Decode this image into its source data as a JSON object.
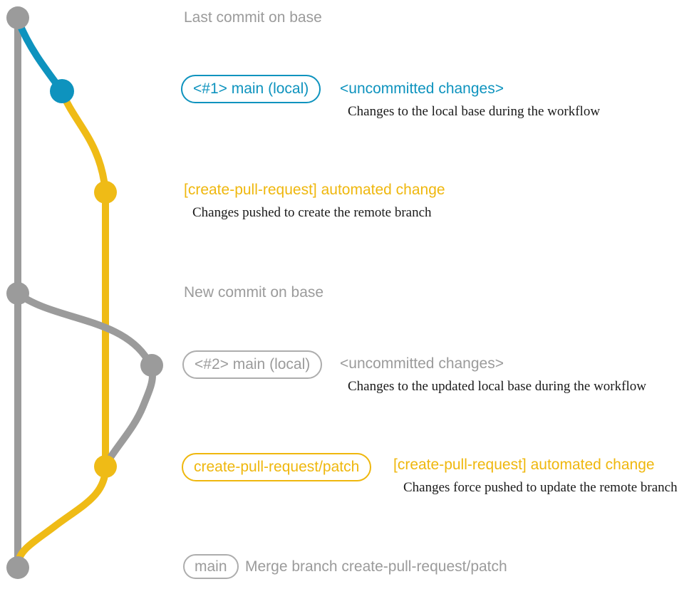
{
  "colors": {
    "gray": "#9B9B9B",
    "blue": "#0E93BE",
    "yellow": "#EFB70D",
    "description_text": "#1A1A1A"
  },
  "graph": {
    "type": "git-branch-diagram",
    "branches": [
      {
        "name": "base",
        "color": "gray"
      },
      {
        "name": "main (local)",
        "color": "blue then gray"
      },
      {
        "name": "create-pull-request/patch",
        "color": "yellow"
      }
    ],
    "commit_dots": [
      {
        "id": "last-commit-on-base",
        "color": "gray"
      },
      {
        "id": "uncommitted-changes-1",
        "color": "blue"
      },
      {
        "id": "automated-change-1",
        "color": "yellow"
      },
      {
        "id": "new-commit-on-base",
        "color": "gray"
      },
      {
        "id": "uncommitted-changes-2",
        "color": "gray"
      },
      {
        "id": "automated-change-2",
        "color": "yellow"
      },
      {
        "id": "merge-commit",
        "color": "gray"
      }
    ]
  },
  "rows": {
    "row1": {
      "label": "Last commit on base"
    },
    "row2": {
      "pill": "<#1> main (local)",
      "annotation": "<uncommitted changes>",
      "description": "Changes to the local base during the workflow"
    },
    "row3": {
      "annotation": "[create-pull-request] automated change",
      "description": "Changes pushed to create the remote branch"
    },
    "row4": {
      "label": "New commit on base"
    },
    "row5": {
      "pill": "<#2> main (local)",
      "annotation": "<uncommitted changes>",
      "description": "Changes to the updated local base during the workflow"
    },
    "row6": {
      "pill": "create-pull-request/patch",
      "annotation": "[create-pull-request] automated change",
      "description": "Changes force pushed to update the remote branch"
    },
    "row7": {
      "pill": "main",
      "label": "Merge branch create-pull-request/patch"
    }
  }
}
